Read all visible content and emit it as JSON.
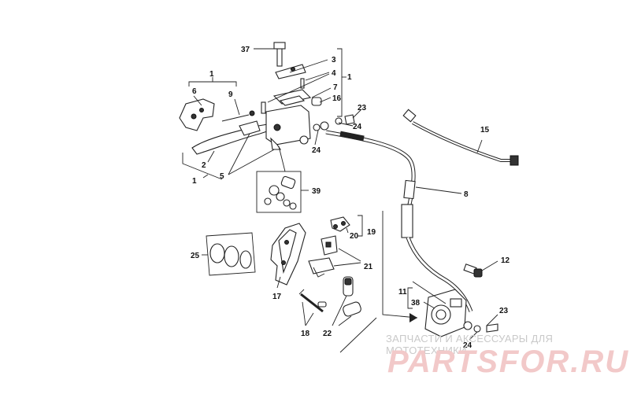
{
  "labels": {
    "l1a": "1",
    "l1b": "1",
    "l1c": "1",
    "l2": "2",
    "l3": "3",
    "l4": "4",
    "l5": "5",
    "l6": "6",
    "l7": "7",
    "l8": "8",
    "l9": "9",
    "l11": "11",
    "l12": "12",
    "l15": "15",
    "l16": "16",
    "l17": "17",
    "l18": "18",
    "l19": "19",
    "l20": "20",
    "l21": "21",
    "l22": "22",
    "l23a": "23",
    "l23b": "23",
    "l24a": "24",
    "l24b": "24",
    "l24c": "24",
    "l25": "25",
    "l37": "37",
    "l38": "38",
    "l39": "39"
  },
  "watermark": {
    "subtitle": "ЗАПЧАСТИ И АКСЕССУАРЫ ДЛЯ МОТОТЕХНИКИ",
    "brand": "PARTSFOR.RU"
  }
}
